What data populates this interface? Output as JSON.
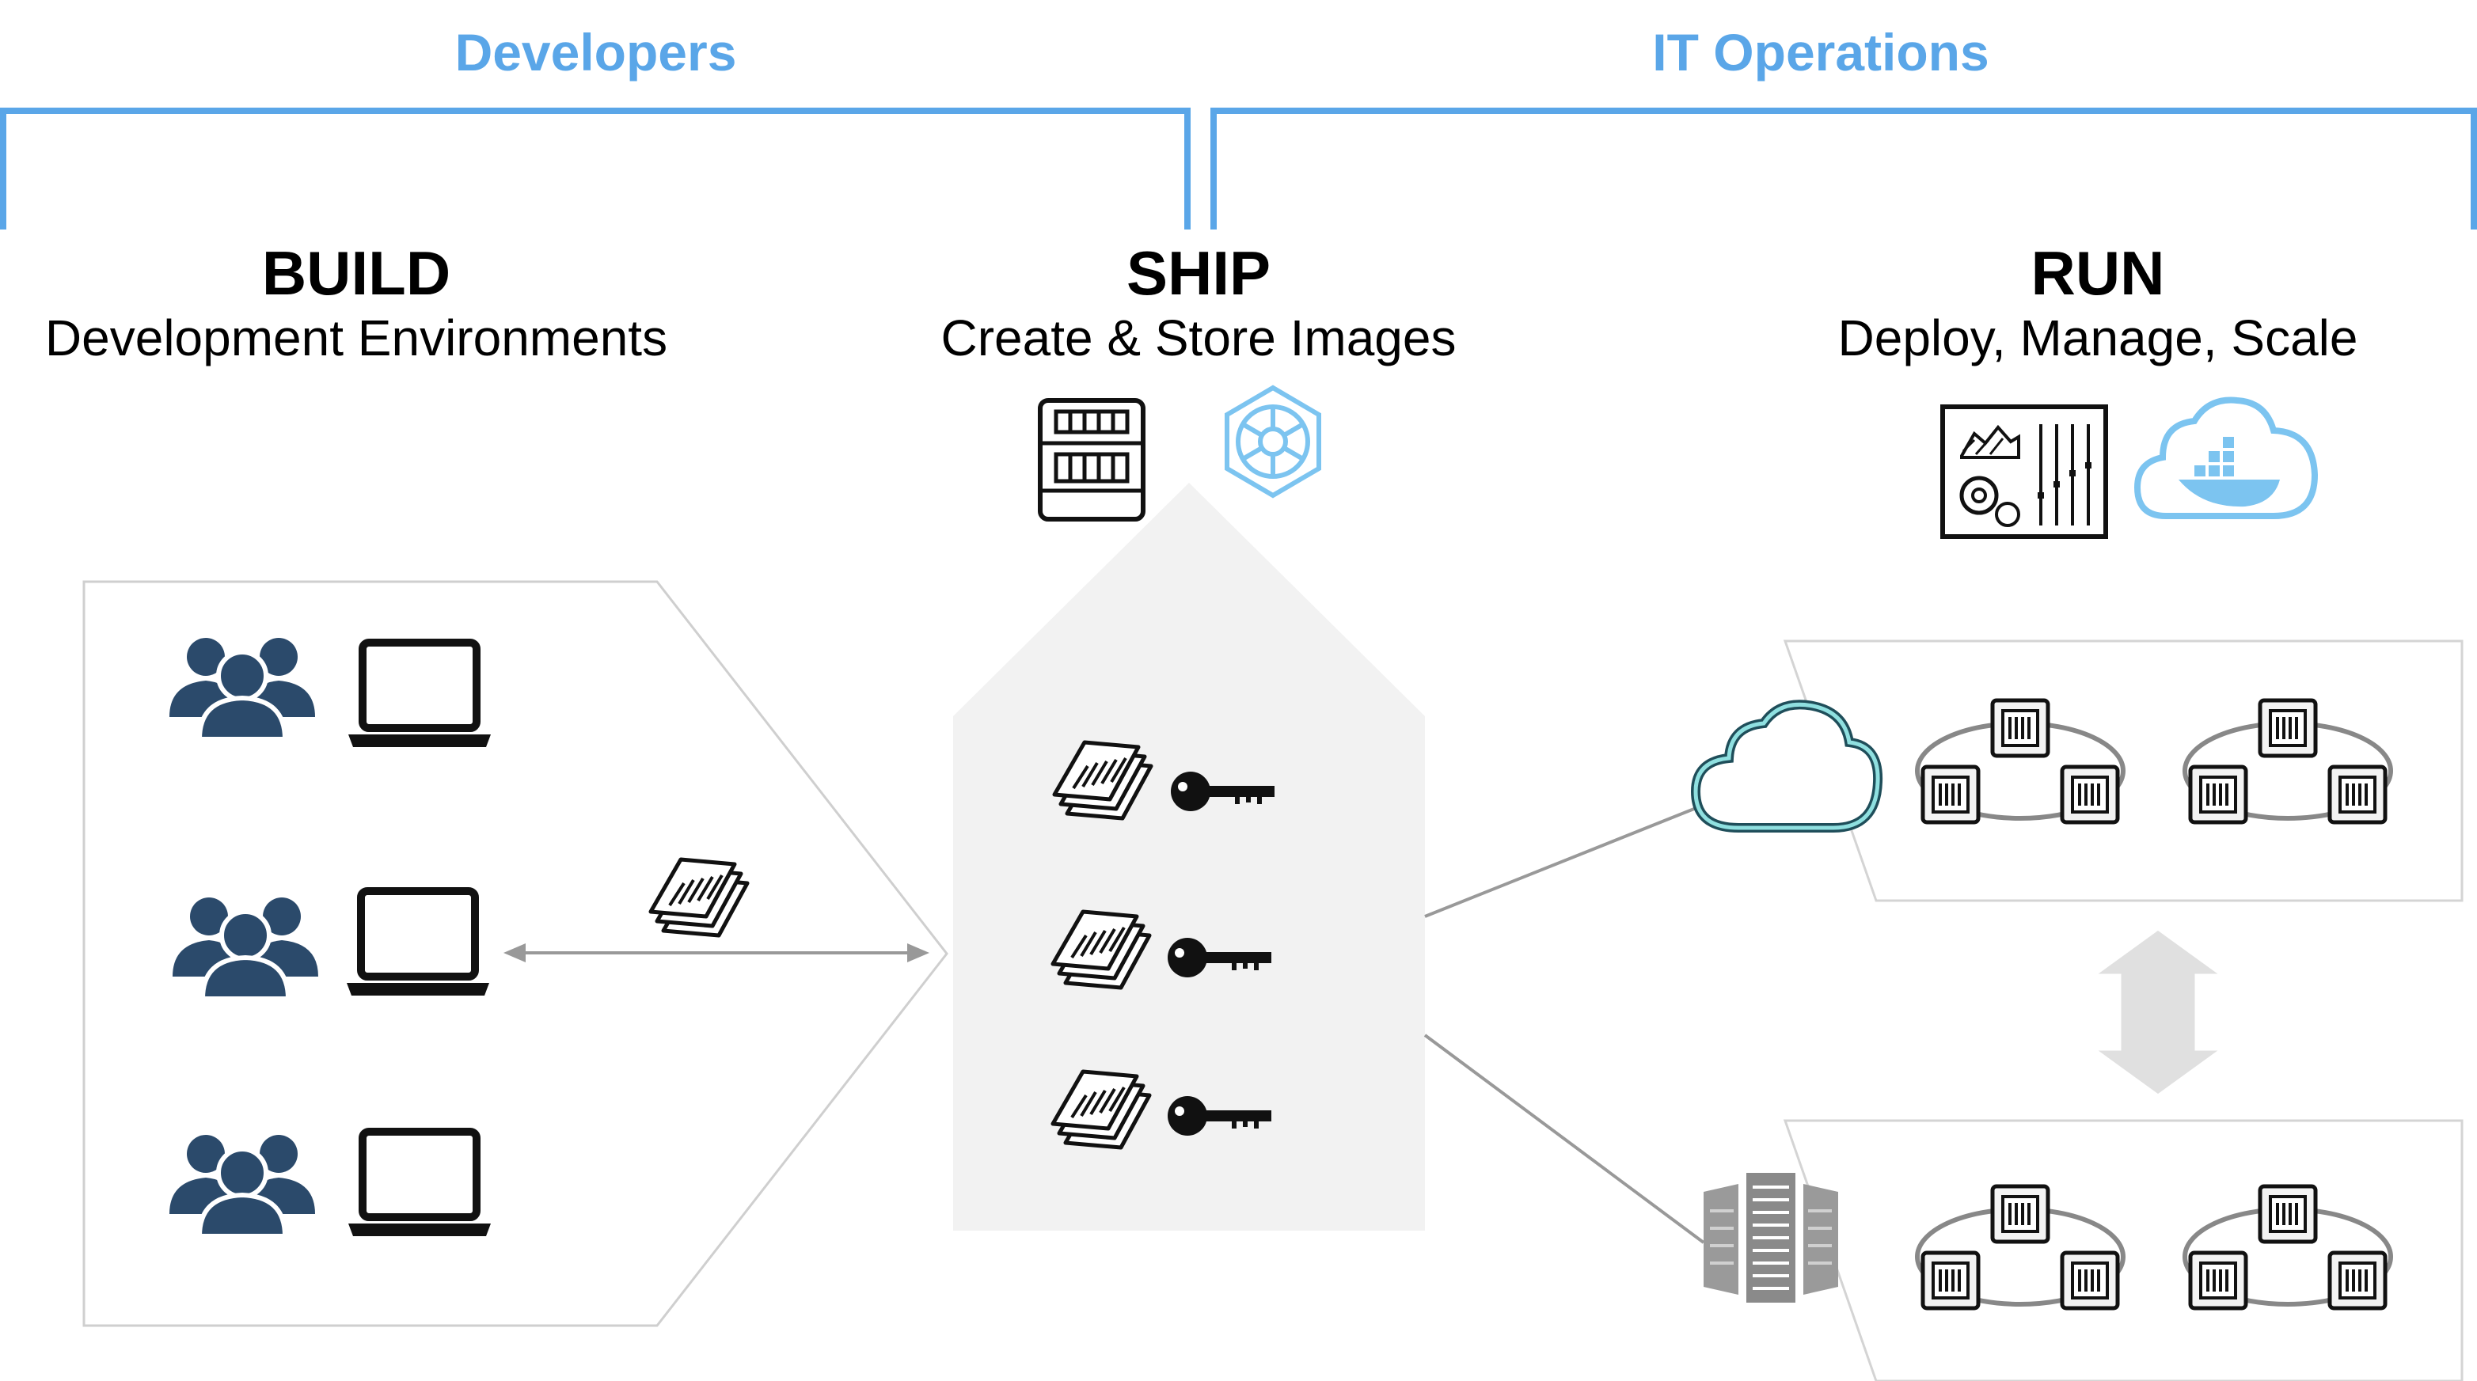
{
  "groups": {
    "developers": "Developers",
    "it_operations": "IT Operations"
  },
  "stages": {
    "build": {
      "title": "BUILD",
      "subtitle": "Development Environments"
    },
    "ship": {
      "title": "SHIP",
      "subtitle": "Create & Store Images"
    },
    "run": {
      "title": "RUN",
      "subtitle": "Deploy, Manage, Scale"
    }
  },
  "colors": {
    "accent_blue": "#5aa6e8",
    "people_navy": "#2b4a6b",
    "panel_gray": "#f2f2f2",
    "cloud_teal": "#1f4e5a",
    "light_blue": "#7cc4f0"
  },
  "icons": {
    "people": "people-group-icon",
    "laptop": "laptop-icon",
    "image": "image-stack-icon",
    "key": "key-icon",
    "registry": "registry-rack-icon",
    "helm": "helm-wheel-icon",
    "dashboard": "management-dashboard-icon",
    "docker_cloud": "docker-cloud-icon",
    "cloud": "cloud-icon",
    "servers": "server-rack-icon",
    "container": "container-icon"
  }
}
